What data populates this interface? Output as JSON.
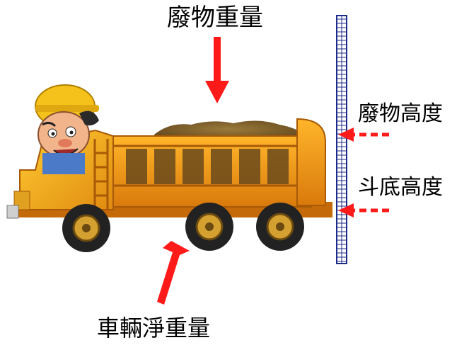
{
  "labels": {
    "waste_weight": "廢物重量",
    "waste_height": "廢物高度",
    "bed_height": "斗底高度",
    "vehicle_net_weight": "車輛淨重量"
  },
  "colors": {
    "arrow_red": "#ff1a1a",
    "truck_yellow": "#f0a41c",
    "truck_orange": "#e07d10",
    "waste_brown": "#7a5a2a",
    "ruler_blue": "#1c2a8a",
    "helmet_yellow": "#f4c21a"
  },
  "icons": {
    "truck": "dump-truck-illustration",
    "driver": "cartoon-driver-with-hardhat"
  }
}
